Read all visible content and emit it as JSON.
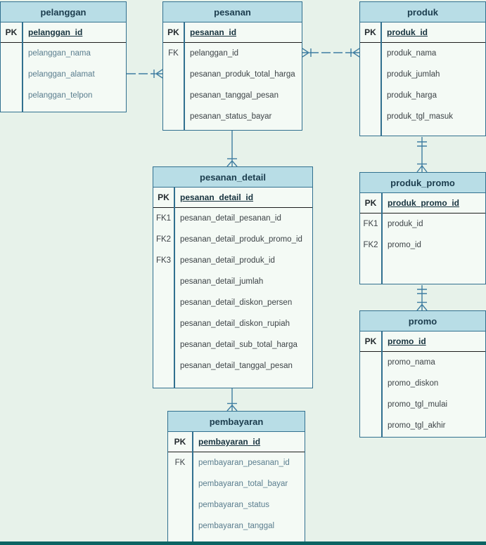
{
  "colors": {
    "page_bg": "#e7f2ea",
    "table_bg": "#f4faf5",
    "header_bg": "#b8dde6",
    "border": "#31708f",
    "connector": "#3f7da1",
    "pk_sep": "#1c1c1c",
    "field_dark": "#3d4347",
    "field_muted": "#5a7d8e",
    "header_text": "#1b3c4d",
    "pk_text": "#17333f",
    "bottom_bar": "#0c6363"
  },
  "tables": [
    {
      "id": "pelanggan",
      "title": "pelanggan",
      "pk": {
        "key": "PK",
        "name": "pelanggan_id"
      },
      "fields": [
        {
          "key": "",
          "name": "pelanggan_nama"
        },
        {
          "key": "",
          "name": "pelanggan_alamat"
        },
        {
          "key": "",
          "name": "pelanggan_telpon"
        }
      ]
    },
    {
      "id": "pesanan",
      "title": "pesanan",
      "pk": {
        "key": "PK",
        "name": "pesanan_id"
      },
      "fields": [
        {
          "key": "FK",
          "name": "pelanggan_id"
        },
        {
          "key": "",
          "name": "pesanan_produk_total_harga"
        },
        {
          "key": "",
          "name": "pesanan_tanggal_pesan"
        },
        {
          "key": "",
          "name": "pesanan_status_bayar"
        }
      ]
    },
    {
      "id": "produk",
      "title": "produk",
      "pk": {
        "key": "PK",
        "name": "produk_id"
      },
      "fields": [
        {
          "key": "",
          "name": "produk_nama"
        },
        {
          "key": "",
          "name": "produk_jumlah"
        },
        {
          "key": "",
          "name": "produk_harga"
        },
        {
          "key": "",
          "name": "produk_tgl_masuk"
        }
      ]
    },
    {
      "id": "pesanan_detail",
      "title": "pesanan_detail",
      "pk": {
        "key": "PK",
        "name": "pesanan_detail_id"
      },
      "fields": [
        {
          "key": "FK1",
          "name": "pesanan_detail_pesanan_id"
        },
        {
          "key": "FK2",
          "name": "pesanan_detail_produk_promo_id"
        },
        {
          "key": "FK3",
          "name": "pesanan_detail_produk_id"
        },
        {
          "key": "",
          "name": "pesanan_detail_jumlah"
        },
        {
          "key": "",
          "name": "pesanan_detail_diskon_persen"
        },
        {
          "key": "",
          "name": "pesanan_detail_diskon_rupiah"
        },
        {
          "key": "",
          "name": "pesanan_detail_sub_total_harga"
        },
        {
          "key": "",
          "name": "pesanan_detail_tanggal_pesan"
        }
      ]
    },
    {
      "id": "produk_promo",
      "title": "produk_promo",
      "pk": {
        "key": "PK",
        "name": "produk_promo_id"
      },
      "fields": [
        {
          "key": "FK1",
          "name": "produk_id"
        },
        {
          "key": "FK2",
          "name": "promo_id"
        }
      ]
    },
    {
      "id": "promo",
      "title": "promo",
      "pk": {
        "key": "PK",
        "name": "promo_id"
      },
      "fields": [
        {
          "key": "",
          "name": "promo_nama"
        },
        {
          "key": "",
          "name": "promo_diskon"
        },
        {
          "key": "",
          "name": "promo_tgl_mulai"
        },
        {
          "key": "",
          "name": "promo_tgl_akhir"
        }
      ]
    },
    {
      "id": "pembayaran",
      "title": "pembayaran",
      "pk": {
        "key": "PK",
        "name": "pembayaran_id"
      },
      "fields": [
        {
          "key": "FK",
          "name": "pembayaran_pesanan_id"
        },
        {
          "key": "",
          "name": "pembayaran_total_bayar"
        },
        {
          "key": "",
          "name": "pembayaran_status"
        },
        {
          "key": "",
          "name": "pembayaran_tanggal"
        }
      ]
    }
  ],
  "relationships": [
    {
      "from": "pelanggan",
      "to": "pesanan",
      "from_end": "plain",
      "to_end": "one-many-crowfoot"
    },
    {
      "from": "pesanan",
      "to": "produk",
      "from_end": "many-crowfoot",
      "to_end": "many-crowfoot"
    },
    {
      "from": "pesanan",
      "to": "pesanan_detail",
      "from_end": "plain",
      "to_end": "one-many-crowfoot"
    },
    {
      "from": "produk",
      "to": "produk_promo",
      "from_end": "one-and-only-one",
      "to_end": "one-many-crowfoot"
    },
    {
      "from": "produk_promo",
      "to": "promo",
      "from_end": "one-and-only-one",
      "to_end": "one-many-crowfoot"
    },
    {
      "from": "pesanan_detail",
      "to": "pembayaran",
      "from_end": "plain",
      "to_end": "one-many-crowfoot"
    }
  ]
}
